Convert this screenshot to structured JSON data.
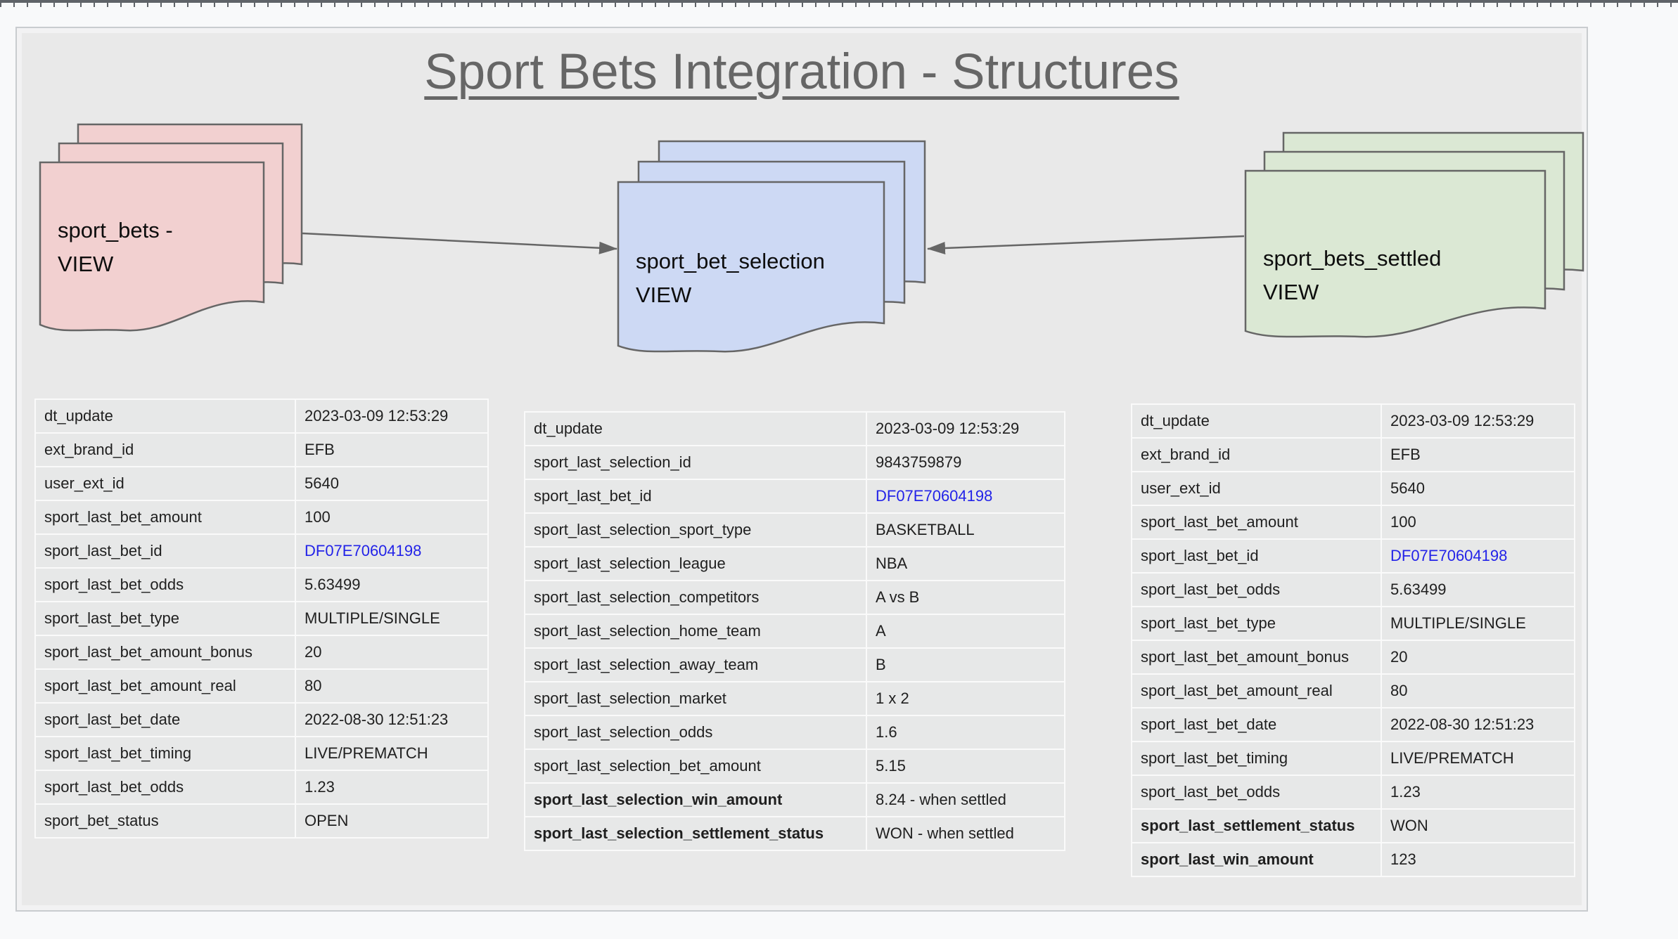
{
  "title": "Sport Bets Integration - Structures",
  "colors": {
    "page-bg": "#f8f9fa",
    "canvas-bg": "#e9e9e9",
    "canvas-border": "#c9cccf",
    "shape-border": "#666666",
    "pink": "#f2d0d0",
    "blue": "#cdd9f4",
    "green": "#dbe8d4",
    "cell-bg": "#e7e8e8",
    "table-line": "#fafafa",
    "text": "#1f1f1f",
    "link": "#2323e8",
    "title": "#666666",
    "arrow": "#666666",
    "ruler": "#5f6368"
  },
  "shapes": {
    "left": {
      "line1": "sport_bets -",
      "line2": "VIEW"
    },
    "middle": {
      "line1": "sport_bet_selection",
      "line2": "VIEW"
    },
    "right": {
      "line1": "sport_bets_settled",
      "line2": "VIEW"
    }
  },
  "tables": {
    "sport_bets": {
      "rows": [
        {
          "key": "dt_update",
          "value": "2023-03-09 12:53:29"
        },
        {
          "key": "ext_brand_id",
          "value": "EFB"
        },
        {
          "key": "user_ext_id",
          "value": "5640"
        },
        {
          "key": "sport_last_bet_amount",
          "value": "100"
        },
        {
          "key": "sport_last_bet_id",
          "value": "DF07E70604198",
          "link": true
        },
        {
          "key": "sport_last_bet_odds",
          "value": "5.63499"
        },
        {
          "key": "sport_last_bet_type",
          "value": "MULTIPLE/SINGLE"
        },
        {
          "key": "sport_last_bet_amount_bonus",
          "value": "20"
        },
        {
          "key": "sport_last_bet_amount_real",
          "value": "80"
        },
        {
          "key": "sport_last_bet_date",
          "value": "2022-08-30 12:51:23"
        },
        {
          "key": "sport_last_bet_timing",
          "value": "LIVE/PREMATCH"
        },
        {
          "key": "sport_last_bet_odds",
          "value": "1.23"
        },
        {
          "key": "sport_bet_status",
          "value": "OPEN"
        }
      ]
    },
    "sport_bet_selection": {
      "rows": [
        {
          "key": "dt_update",
          "value": "2023-03-09 12:53:29"
        },
        {
          "key": "sport_last_selection_id",
          "value": "9843759879"
        },
        {
          "key": "sport_last_bet_id",
          "value": "DF07E70604198",
          "link": true
        },
        {
          "key": "sport_last_selection_sport_type",
          "value": "BASKETBALL"
        },
        {
          "key": "sport_last_selection_league",
          "value": "NBA"
        },
        {
          "key": "sport_last_selection_competitors",
          "value": "A vs B"
        },
        {
          "key": "sport_last_selection_home_team",
          "value": "A"
        },
        {
          "key": "sport_last_selection_away_team",
          "value": "B"
        },
        {
          "key": "sport_last_selection_market",
          "value": "1 x 2"
        },
        {
          "key": "sport_last_selection_odds",
          "value": "1.6"
        },
        {
          "key": "sport_last_selection_bet_amount",
          "value": "5.15"
        },
        {
          "key": "sport_last_selection_win_amount",
          "value": "8.24 - when settled",
          "bold": true
        },
        {
          "key": "sport_last_selection_settlement_status",
          "value": "WON - when settled",
          "bold": true
        }
      ]
    },
    "sport_bets_settled": {
      "rows": [
        {
          "key": "dt_update",
          "value": "2023-03-09 12:53:29"
        },
        {
          "key": "ext_brand_id",
          "value": "EFB"
        },
        {
          "key": "user_ext_id",
          "value": "5640"
        },
        {
          "key": "sport_last_bet_amount",
          "value": "100"
        },
        {
          "key": "sport_last_bet_id",
          "value": "DF07E70604198",
          "link": true
        },
        {
          "key": "sport_last_bet_odds",
          "value": "5.63499"
        },
        {
          "key": "sport_last_bet_type",
          "value": "MULTIPLE/SINGLE"
        },
        {
          "key": "sport_last_bet_amount_bonus",
          "value": "20"
        },
        {
          "key": "sport_last_bet_amount_real",
          "value": "80"
        },
        {
          "key": "sport_last_bet_date",
          "value": "2022-08-30 12:51:23"
        },
        {
          "key": "sport_last_bet_timing",
          "value": "LIVE/PREMATCH"
        },
        {
          "key": "sport_last_bet_odds",
          "value": "1.23"
        },
        {
          "key": "sport_last_settlement_status",
          "value": "WON",
          "bold": true
        },
        {
          "key": "sport_last_win_amount",
          "value": "123",
          "bold": true
        }
      ]
    }
  }
}
